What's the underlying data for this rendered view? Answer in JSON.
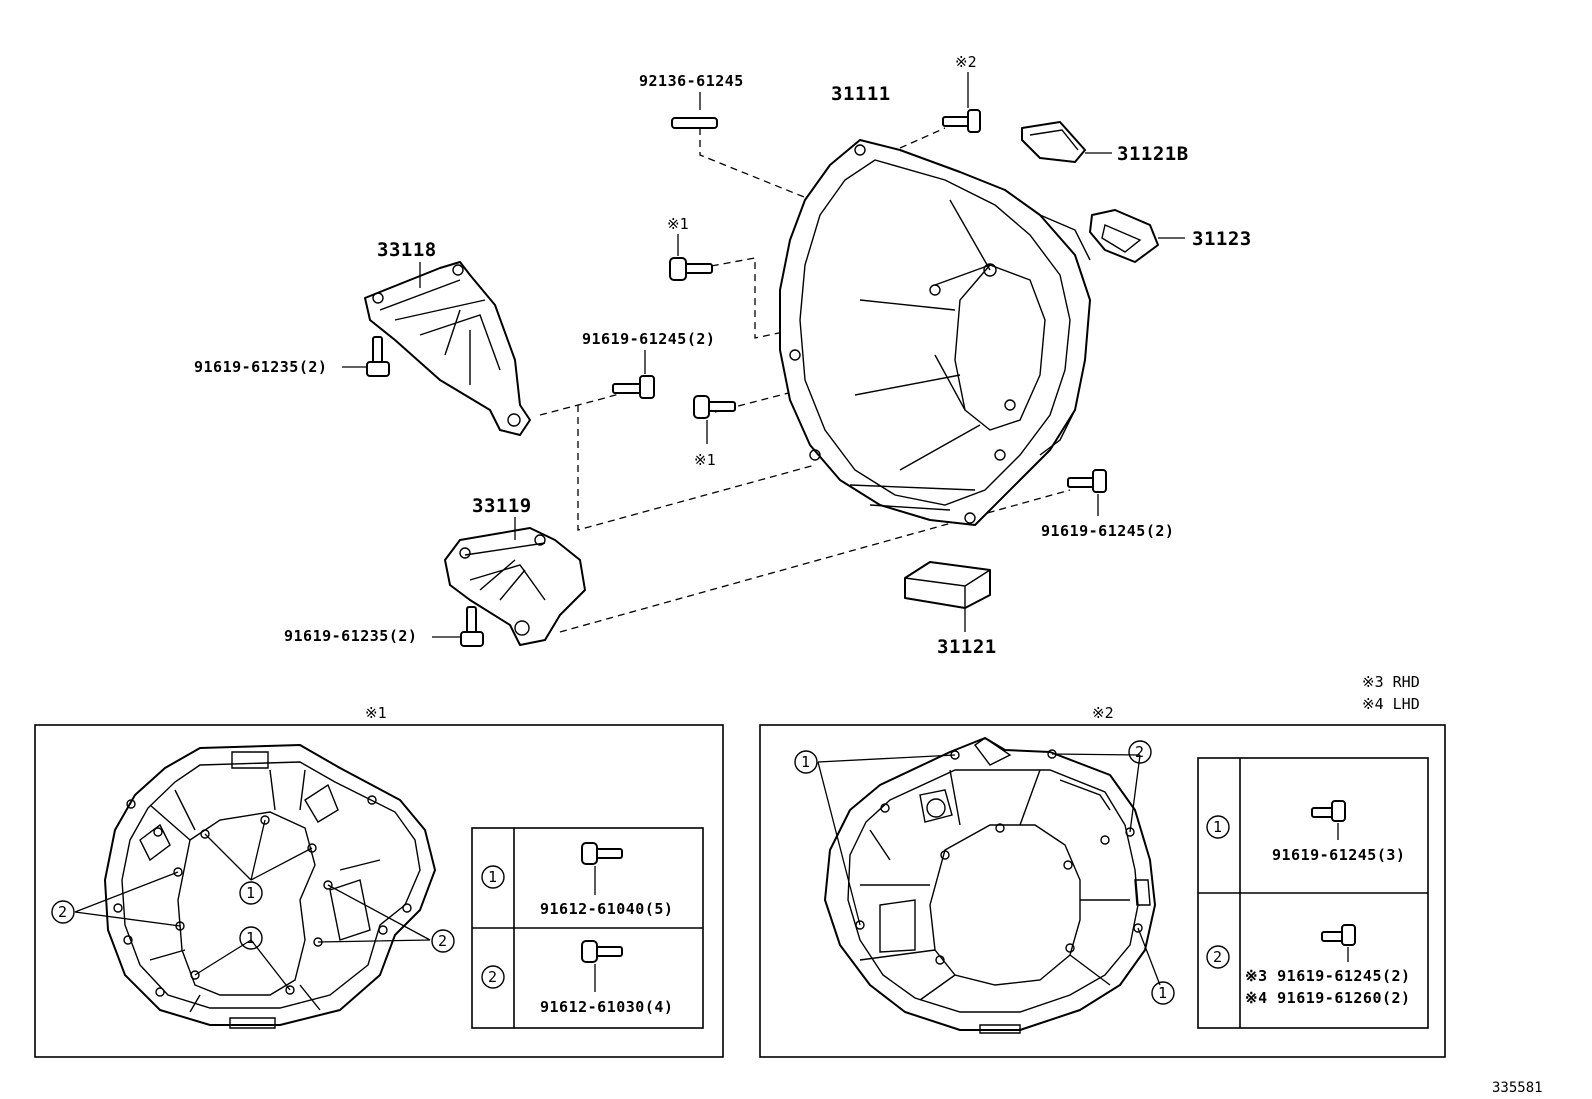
{
  "main_diagram": {
    "parts": {
      "p31111": "31111",
      "p31121B": "31121B",
      "p31123": "31123",
      "p31121": "31121",
      "p33118": "33118",
      "p33119": "33119"
    },
    "bolts": {
      "b92136": "92136-61245",
      "b91619_61245_top": "91619-61245(2)",
      "b91619_61245_right": "91619-61245(2)",
      "b91619_61235_a": "91619-61235(2)",
      "b91619_61235_b": "91619-61235(2)"
    },
    "marks": {
      "m2": "※2",
      "m1_top": "※1",
      "m1_bottom": "※1"
    }
  },
  "legend": {
    "rhd": "※3  RHD",
    "lhd": "※4  LHD"
  },
  "detail1": {
    "title": "※1",
    "callout1": "1",
    "callout2": "2",
    "table": {
      "row1_key": "1",
      "row1_part": "91612-61040(5)",
      "row2_key": "2",
      "row2_part": "91612-61030(4)"
    }
  },
  "detail2": {
    "title": "※2",
    "callout1": "1",
    "callout2": "2",
    "table": {
      "row1_key": "1",
      "row1_part": "91619-61245(3)",
      "row2_key": "2",
      "row2_part_a": "※3 91619-61245(2)",
      "row2_part_b": "※4 91619-61260(2)"
    }
  },
  "figure_number": "335581"
}
